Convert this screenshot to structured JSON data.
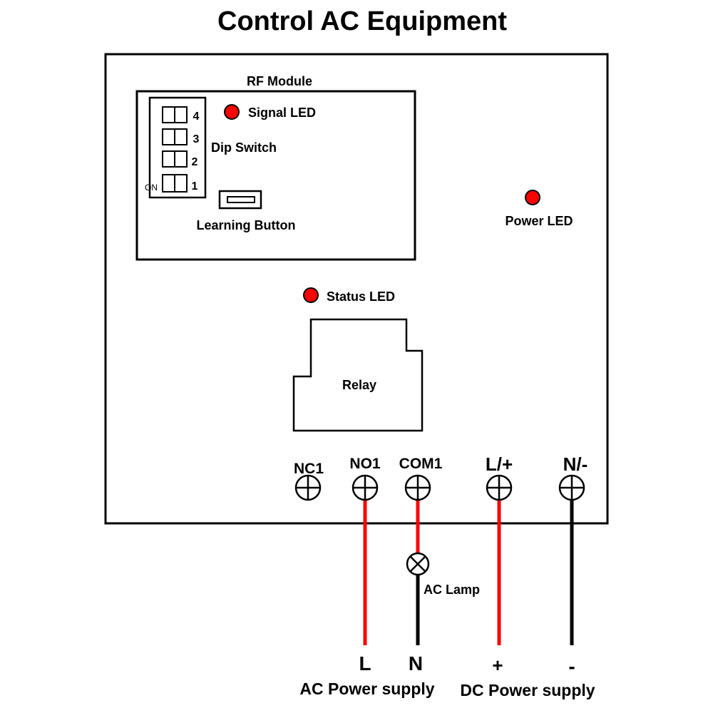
{
  "title": "Control AC Equipment",
  "rf_module": {
    "label": "RF Module",
    "dip_switch": {
      "label": "Dip Switch",
      "on_label": "ON",
      "positions": [
        "4",
        "3",
        "2",
        "1"
      ]
    },
    "signal_led_label": "Signal LED",
    "learning_button_label": "Learning Button"
  },
  "power_led_label": "Power LED",
  "status_led_label": "Status LED",
  "relay_label": "Relay",
  "terminals": {
    "nc1": "NC1",
    "no1": "NO1",
    "com1": "COM1",
    "l_plus": "L/+",
    "n_minus": "N/-"
  },
  "lamp_label": "AC Lamp",
  "supply": {
    "ac_l": "L",
    "ac_n": "N",
    "dc_plus": "+",
    "dc_minus": "-",
    "ac_label": "AC Power supply",
    "dc_label": "DC Power supply"
  },
  "colors": {
    "led": "#ff0000",
    "wire_live": "#ff0000",
    "wire_neutral": "#000000"
  }
}
